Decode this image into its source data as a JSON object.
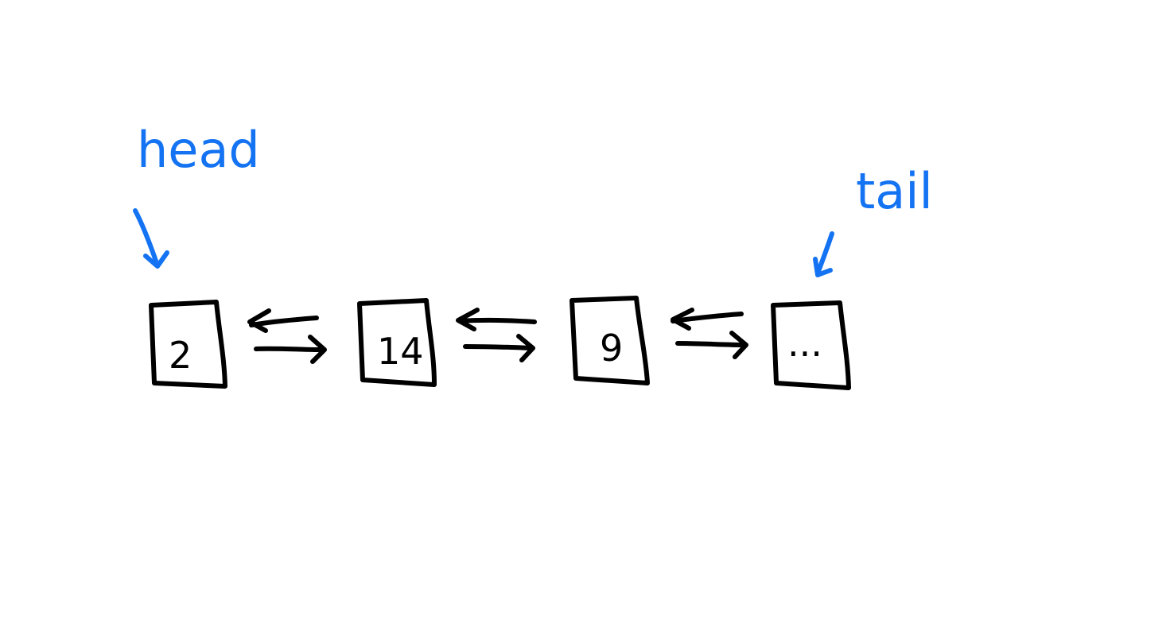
{
  "labels": {
    "head": "head",
    "tail": "tail"
  },
  "nodes": [
    {
      "value": "2"
    },
    {
      "value": "14"
    },
    {
      "value": "9"
    },
    {
      "value": "..."
    }
  ],
  "colors": {
    "ink": "#000000",
    "annotation": "#1473F2",
    "background": "#ffffff"
  }
}
